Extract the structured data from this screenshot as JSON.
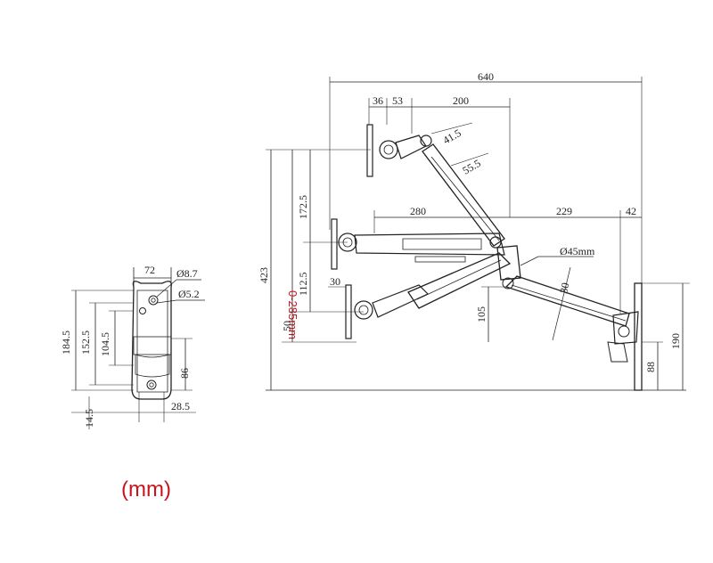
{
  "diagram": {
    "unit_caption": "(mm)",
    "base_plate": {
      "width": "72",
      "hole_large": "Ø8.7",
      "hole_small": "Ø5.2",
      "height_total": "184.5",
      "height_mid": "152.5",
      "height_inner": "104.5",
      "height_lower": "86",
      "bottom_offset": "14.5",
      "bottom_width": "28.5"
    },
    "arm": {
      "total_reach": "640",
      "seg_36": "36",
      "seg_53": "53",
      "seg_200": "200",
      "seg_41_5": "41.5",
      "seg_55_5": "55.5",
      "seg_280": "280",
      "seg_229": "229",
      "seg_42": "42",
      "pole_diameter": "Ø45mm",
      "angle_30": "30",
      "height_423": "423",
      "height_range": "0-285mm",
      "height_172_5": "172.5",
      "height_112_5": "112.5",
      "seg_30": "30",
      "height_50": "50",
      "height_105": "105",
      "wall_190": "190",
      "wall_88": "88"
    }
  }
}
